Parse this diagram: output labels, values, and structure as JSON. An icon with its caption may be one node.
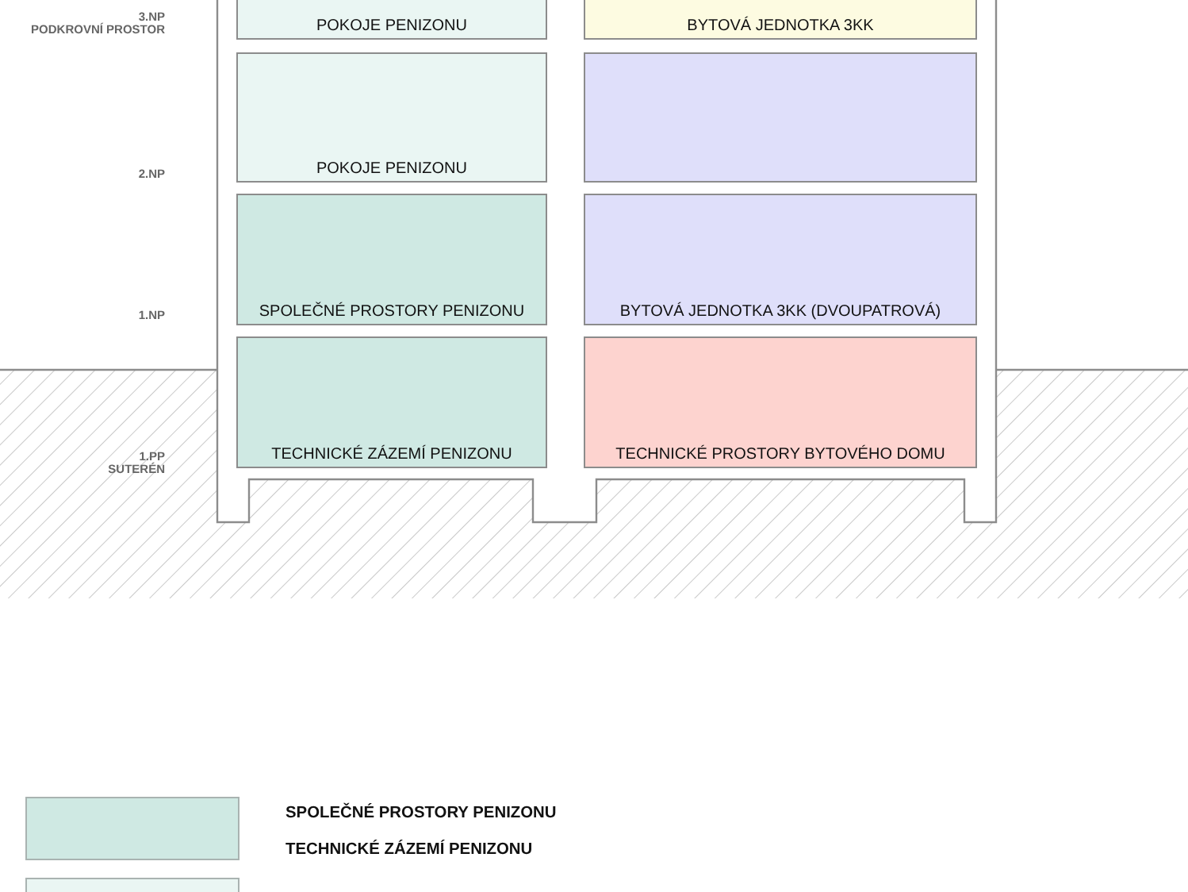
{
  "diagram": {
    "nodes": [
      {
        "text": [
          "POKOJE PENIZONU"
        ]
      },
      {
        "text": [
          "BYTOVÁ JEDNOTKA 3KK"
        ]
      },
      {
        "text": [
          "POKOJE PENIZONU"
        ]
      },
      {
        "text": [],
        "shape": "box"
      },
      {
        "text": [
          "SPOLEČNÉ PROSTORY PENIZONU"
        ]
      },
      {
        "text": [
          "BYTOVÁ JEDNOTKA 3KK (DVOUPATROVÁ)"
        ]
      },
      {
        "text": [
          "TECHNICKÉ ZÁZEMÍ PENIZONU"
        ]
      },
      {
        "text": [
          "TECHNICKÉ PROSTORY BYTOVÉHO DOMU"
        ]
      }
    ],
    "edges": [],
    "labels": [
      "3.NP",
      "PODKROVNÍ PROSTOR",
      "2.NP",
      "1.NP",
      "1.PP",
      "SUTERÉN"
    ],
    "legend": [
      {
        "text": "SPOLEČNÉ PROSTORY PENIZONU",
        "color": "#cfe9e3"
      },
      {
        "text": "TECHNICKÉ ZÁZEMÍ PENIZONU",
        "color": "#cfe9e3"
      }
    ]
  }
}
